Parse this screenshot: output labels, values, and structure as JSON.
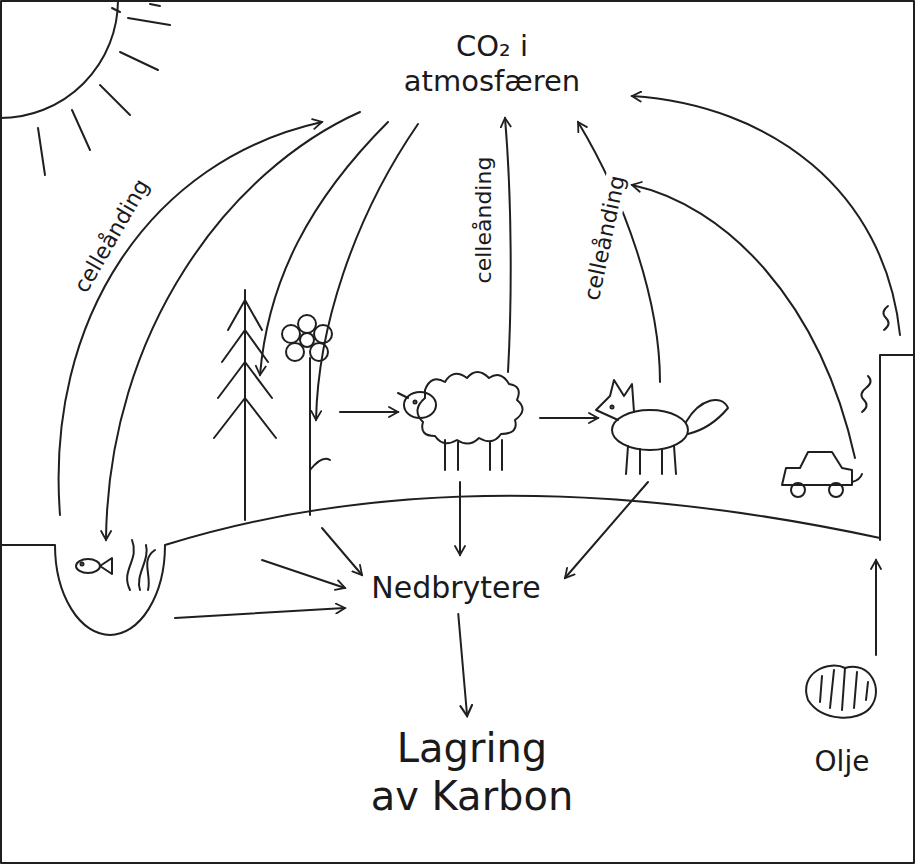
{
  "diagram": {
    "nodes": [
      {
        "text": [
          "CO₂ i atmosfæren"
        ]
      },
      {
        "text": [
          "Nedbrytere"
        ]
      },
      {
        "text": [
          "Lagring av Karbon"
        ]
      },
      {
        "text": [
          "Olje"
        ]
      }
    ],
    "edges": [
      {
        "from": 1,
        "to": 2,
        "arrow": "to"
      }
    ],
    "labels": [
      "celleånding",
      "celleånding",
      "celleånding"
    ]
  }
}
